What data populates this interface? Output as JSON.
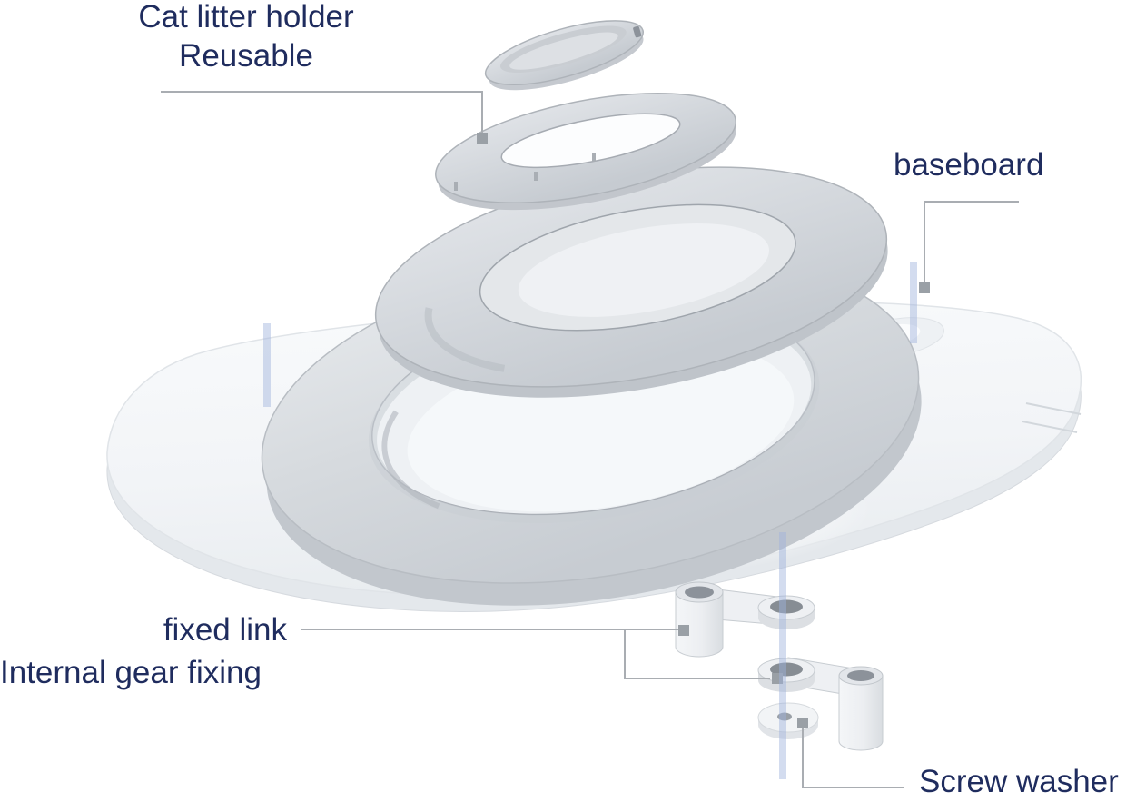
{
  "background": "#ffffff",
  "colors": {
    "label_text": "#1f2c5e",
    "leader_line": "#a9adb2",
    "leader_marker": "#9aa0a6",
    "axis_blue": "#1e3d96",
    "axis_blue_halo": "#9fb3dd",
    "part_light": "#e9ebee",
    "part_mid": "#d2d6db",
    "part_shadow": "#c0c5cb",
    "part_dark_hole": "#8c929a",
    "part_white": "#f6f8fa"
  },
  "labels": {
    "holder_line1": "Cat litter holder",
    "holder_line2": "Reusable",
    "baseboard": "baseboard",
    "fixed_link": "fixed link",
    "internal_gear_fixing": "Internal gear fixing",
    "screw_washer": "Screw washer"
  }
}
